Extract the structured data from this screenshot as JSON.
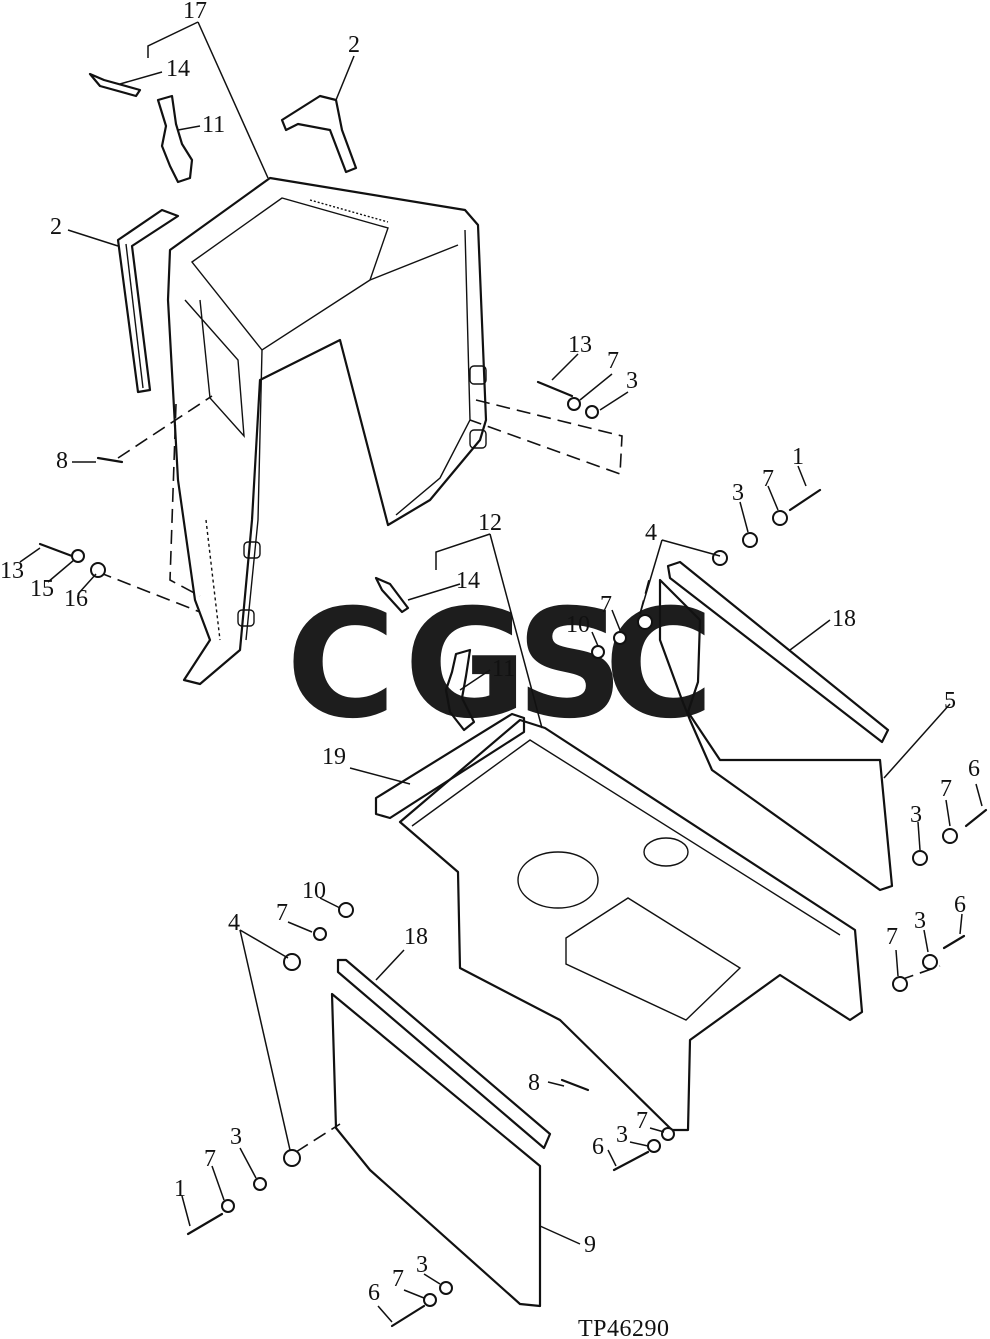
{
  "figure_id": "TP46290",
  "watermark": {
    "letters": [
      "C",
      "G",
      "S",
      "C"
    ],
    "colors": [
      "#8fb4f5",
      "#f2928a",
      "#f8d98a",
      "#7ec39f"
    ]
  },
  "callouts": [
    "17",
    "2",
    "14",
    "11",
    "2",
    "13",
    "7",
    "3",
    "8",
    "1",
    "7",
    "3",
    "13",
    "15",
    "16",
    "12",
    "4",
    "14",
    "10",
    "7",
    "18",
    "11",
    "5",
    "19",
    "6",
    "7",
    "3",
    "10",
    "7",
    "4",
    "18",
    "6",
    "3",
    "7",
    "8",
    "7",
    "3",
    "6",
    "3",
    "7",
    "1",
    "9",
    "3",
    "7",
    "6"
  ]
}
